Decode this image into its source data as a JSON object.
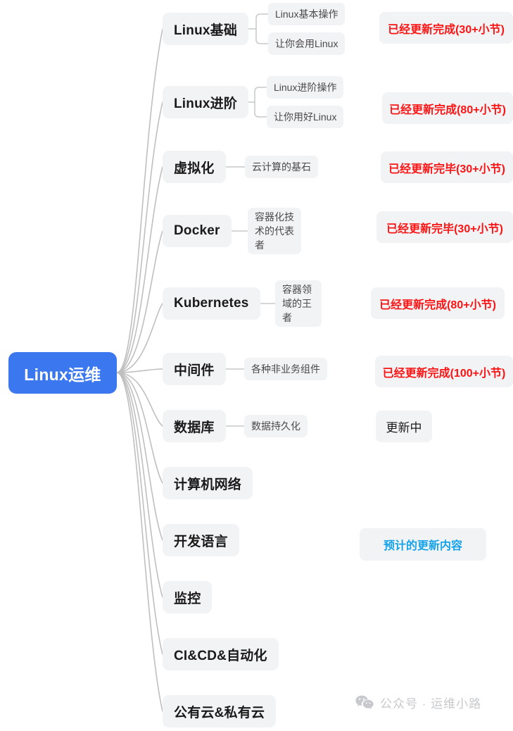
{
  "root": {
    "label": "Linux运维",
    "color": "#3b78f0",
    "text_color": "#ffffff"
  },
  "colors": {
    "node_bg": "#f2f3f5",
    "connector": "#bfbfbf",
    "status_done": "#fa1414",
    "status_planned": "#16a3e8",
    "status_plain": "#1a1a1a"
  },
  "branches": [
    {
      "label": "Linux基础",
      "children": [
        "Linux基本操作",
        "让你会用Linux"
      ],
      "status": {
        "text": "已经更新完成(30+小节)",
        "style": "red"
      }
    },
    {
      "label": "Linux进阶",
      "children": [
        "Linux进阶操作",
        "让你用好Linux"
      ],
      "status": {
        "text": "已经更新完成(80+小节)",
        "style": "red"
      }
    },
    {
      "label": "虚拟化",
      "children": [
        "云计算的基石"
      ],
      "status": {
        "text": "已经更新完毕(30+小节)",
        "style": "red"
      }
    },
    {
      "label": "Docker",
      "children": [
        "容器化技术的代表者"
      ],
      "status": {
        "text": "已经更新完毕(30+小节)",
        "style": "red"
      }
    },
    {
      "label": "Kubernetes",
      "children": [
        "容器领域的王者"
      ],
      "status": {
        "text": "已经更新完成(80+小节)",
        "style": "red"
      }
    },
    {
      "label": "中间件",
      "children": [
        "各种非业务组件"
      ],
      "status": {
        "text": "已经更新完成(100+小节)",
        "style": "red"
      }
    },
    {
      "label": "数据库",
      "children": [
        "数据持久化"
      ],
      "status": {
        "text": "更新中",
        "style": "plain"
      }
    },
    {
      "label": "计算机网络",
      "children": [],
      "status": null
    },
    {
      "label": "开发语言",
      "children": [],
      "status": {
        "text": "预计的更新内容",
        "style": "blue"
      }
    },
    {
      "label": "监控",
      "children": [],
      "status": null
    },
    {
      "label": "CI&CD&自动化",
      "children": [],
      "status": null
    },
    {
      "label": "公有云&私有云",
      "children": [],
      "status": null
    }
  ],
  "watermark": {
    "icon": "wechat-icon",
    "text": "公众号 · 运维小路"
  }
}
